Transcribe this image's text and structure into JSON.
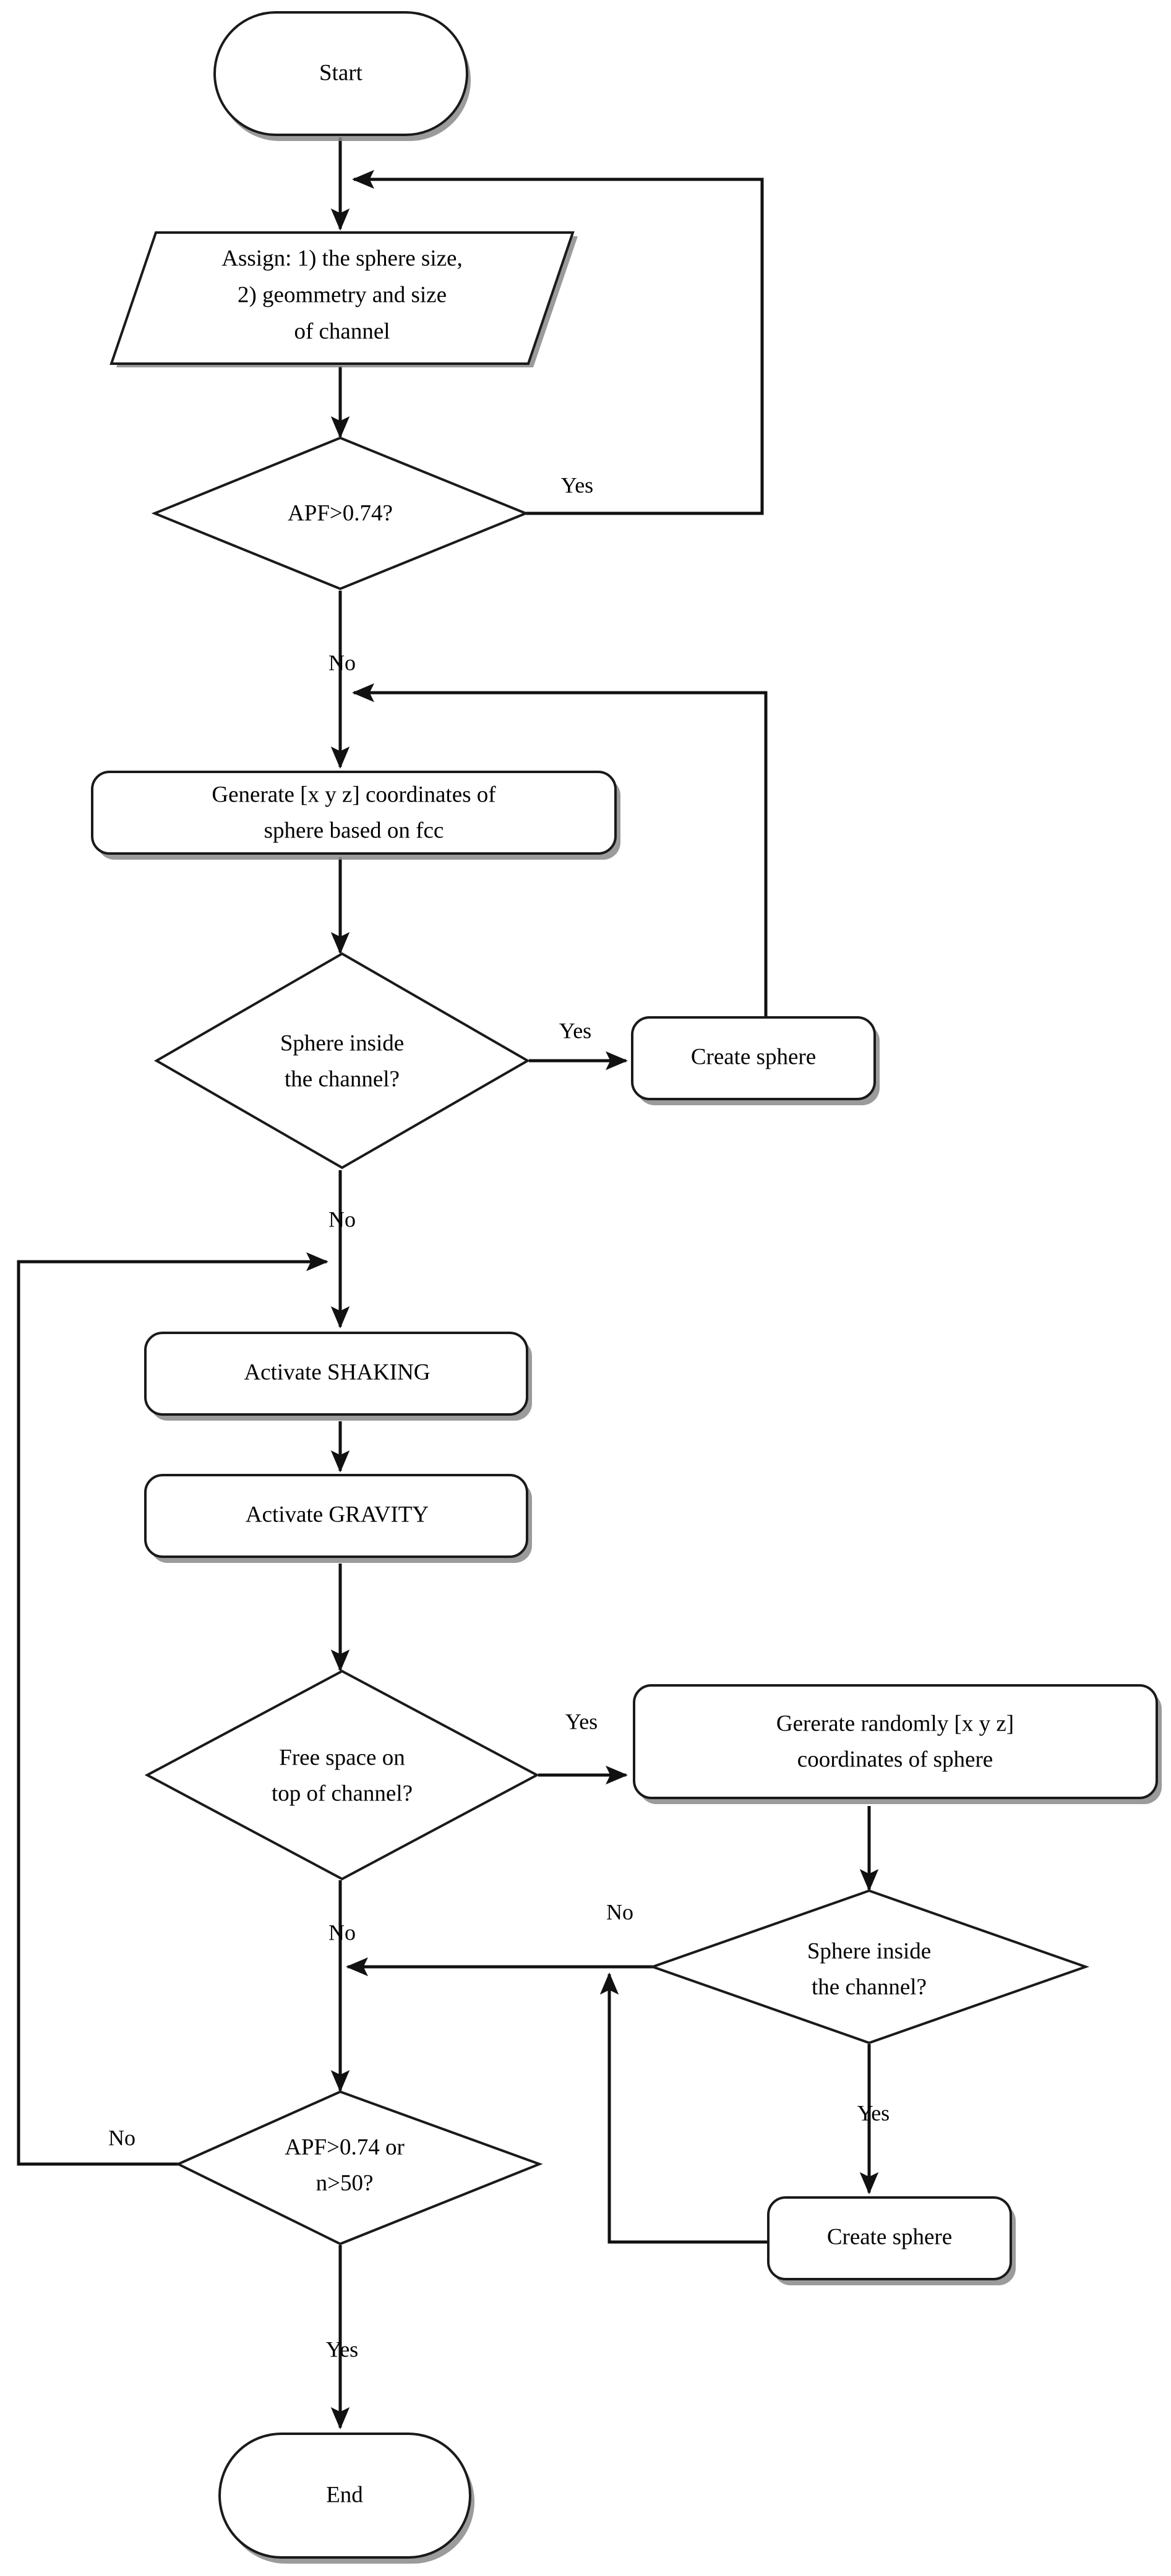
{
  "diagram": {
    "title": "Sphere packing generation algorithm flowchart",
    "background_color": "#ffffff",
    "line_color": "#111111",
    "text_color": "#000000",
    "shadow_color": "#8a8a8a"
  },
  "nodes": {
    "start": {
      "label": "Start",
      "shape": "terminator"
    },
    "assign": {
      "shape": "input-parallelogram",
      "line1": "Assign: 1) the sphere size,",
      "line2": "2) geommetry and size",
      "line3": "of channel"
    },
    "apf_check": {
      "shape": "decision",
      "label": "APF>0.74?"
    },
    "generate_fcc": {
      "shape": "process",
      "line1": "Generate [x y z] coordinates of",
      "line2": "sphere based on fcc"
    },
    "sphere_inside_1": {
      "shape": "decision",
      "line1": "Sphere inside",
      "line2": "the channel?"
    },
    "create_sphere_1": {
      "shape": "process",
      "label": "Create sphere"
    },
    "activate_shaking": {
      "shape": "process",
      "label": "Activate SHAKING"
    },
    "activate_gravity": {
      "shape": "process",
      "label": "Activate GRAVITY"
    },
    "free_space": {
      "shape": "decision",
      "line1": "Free space on",
      "line2": "top of channel?"
    },
    "generate_random": {
      "shape": "process",
      "line1": "Gererate randomly [x y z]",
      "line2": "coordinates of sphere"
    },
    "sphere_inside_2": {
      "shape": "decision",
      "line1": "Sphere inside",
      "line2": "the channel?"
    },
    "create_sphere_2": {
      "shape": "process",
      "label": "Create sphere"
    },
    "apf_n_check": {
      "shape": "decision",
      "line1": "APF>0.74 or",
      "line2": "n>50?"
    },
    "end": {
      "label": "End",
      "shape": "terminator"
    }
  },
  "edge_labels": {
    "apf_yes": "Yes",
    "apf_no": "No",
    "sphere_inside_1_yes": "Yes",
    "sphere_inside_1_no": "No",
    "free_space_yes": "Yes",
    "free_space_no": "No",
    "sphere_inside_2_no": "No",
    "sphere_inside_2_yes": "Yes",
    "apf_n_no": "No",
    "apf_n_yes": "Yes"
  }
}
